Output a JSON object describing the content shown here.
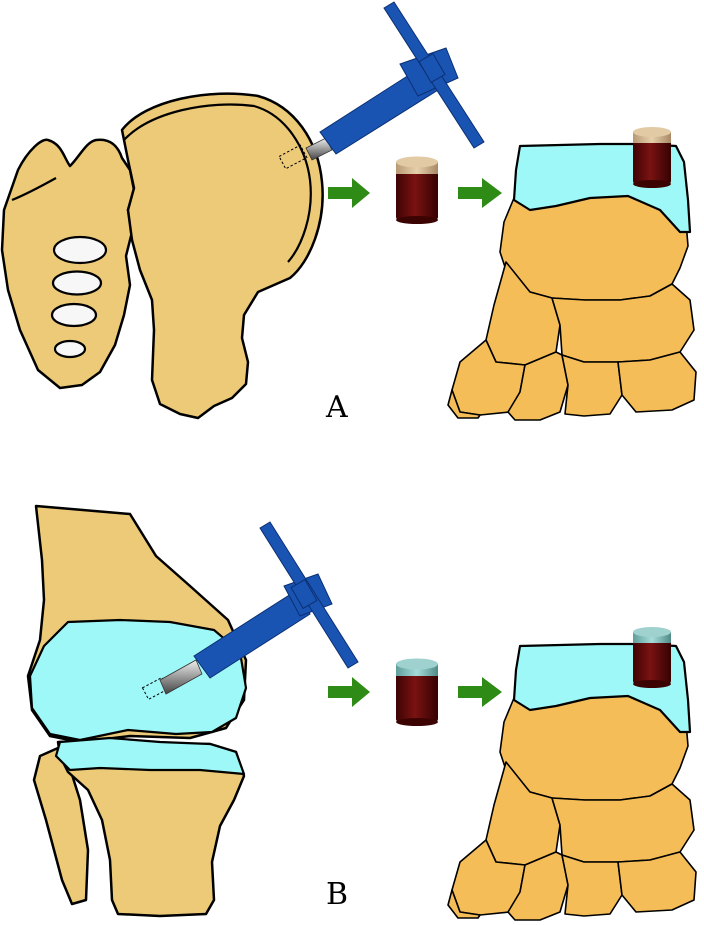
{
  "panels": [
    {
      "id": "A",
      "label": "A",
      "donor": "femoral-head",
      "plug_cap_color": "#d8bd95"
    },
    {
      "id": "B",
      "label": "B",
      "donor": "knee",
      "plug_cap_color": "#86c3c0"
    }
  ],
  "colors": {
    "bone": "#ecca78",
    "foot_bone": "#f5bd58",
    "cartilage": "#9ff8f8",
    "tool": "#1a54b3",
    "arrow": "#2e8b16",
    "plug_body": "#5a0808"
  }
}
